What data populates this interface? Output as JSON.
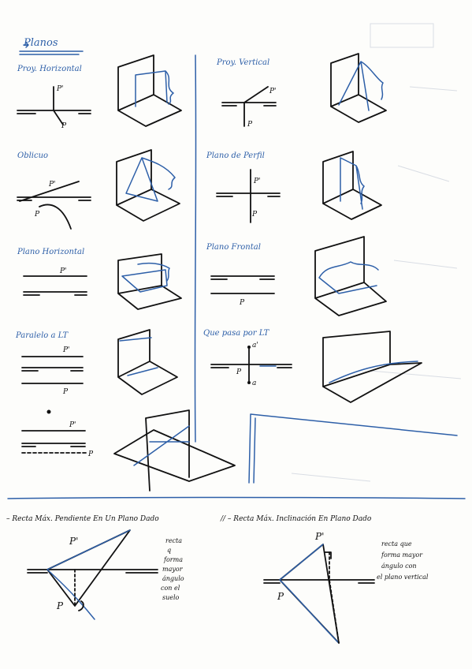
{
  "title": "Planos",
  "sections": {
    "proy_horizontal": "Proy. Horizontal",
    "proy_vertical": "Proy. Vertical",
    "oblicuo": "Oblicuo",
    "plano_perfil": "Plano de Perfil",
    "plano_horizontal": "Plano Horizontal",
    "plano_frontal": "Plano Frontal",
    "paralelo_lt": "Paralelo a LT",
    "pasa_lt": "Que pasa por LT"
  },
  "labels": {
    "p1": "P'",
    "p": "P",
    "a1": "a'",
    "a": "a"
  },
  "bottom": {
    "left_title": "– Recta Máx. Pendiente En Un Plano Dado",
    "right_title": "// – Recta Máx. Inclinación En Plano Dado",
    "left_note": [
      "recta",
      "q",
      "forma",
      "mayor",
      "ángulo",
      "con el",
      "suelo"
    ],
    "right_note": [
      "recta que",
      "forma mayor",
      "ángulo con",
      "el plano vertical"
    ]
  },
  "colors": {
    "ink": "#111111",
    "blue": "#2d5fa8",
    "paper": "#fdfdfb"
  }
}
